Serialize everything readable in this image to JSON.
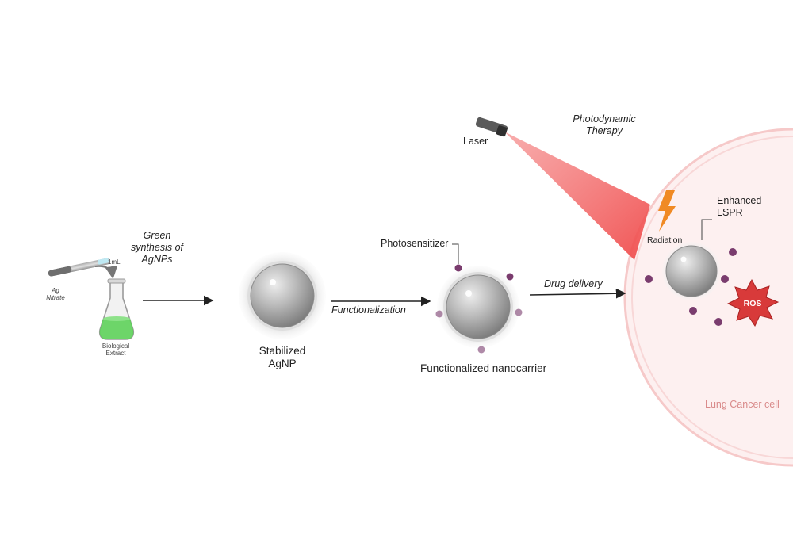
{
  "synthesis": {
    "title": "Green synthesis of AgNPs",
    "title_lines": [
      "Green",
      "synthesis of",
      "AgNPs"
    ],
    "ag_nitrate_lines": [
      "Ag",
      "Nitrate"
    ],
    "volume": "1mL",
    "extract_lines": [
      "Biological",
      "Extract"
    ]
  },
  "stabilized": {
    "lines": [
      "Stabilized",
      "AgNP"
    ]
  },
  "functionalization": {
    "arrow_label": "Functionalization"
  },
  "nanocarrier": {
    "photosensitizer_label": "Photosensitizer",
    "caption": "Functionalized nanocarrier"
  },
  "delivery": {
    "arrow_label": "Drug delivery"
  },
  "pdt": {
    "laser_label": "Laser",
    "therapy_lines": [
      "Photodynamic",
      "Therapy"
    ],
    "radiation_label": "Radiation",
    "lspr_lines": [
      "Enhanced",
      "LSPR"
    ],
    "ros_label": "ROS"
  },
  "cell": {
    "label": "Lung Cancer cell"
  },
  "colors": {
    "extract_green": "#5ed15a",
    "laser_beam": "#f26a6a",
    "lightning": "#f08a24",
    "ros": "#d83a3a",
    "photosensitizer": "#7a3c6e",
    "cell_fill": "#fdf0f0",
    "cell_label": "#d98a8a"
  }
}
